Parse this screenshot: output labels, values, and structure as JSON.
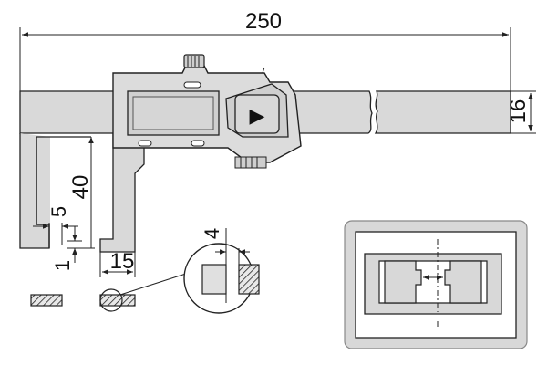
{
  "dimensions": {
    "overall_length": "250",
    "beam_height": "16",
    "jaw_depth": "40",
    "jaw_tip_width": "5",
    "jaw_tip_thickness": "1",
    "jaw_width": "15",
    "detail_width": "4"
  },
  "display": {
    "button_symbol": "▶"
  }
}
